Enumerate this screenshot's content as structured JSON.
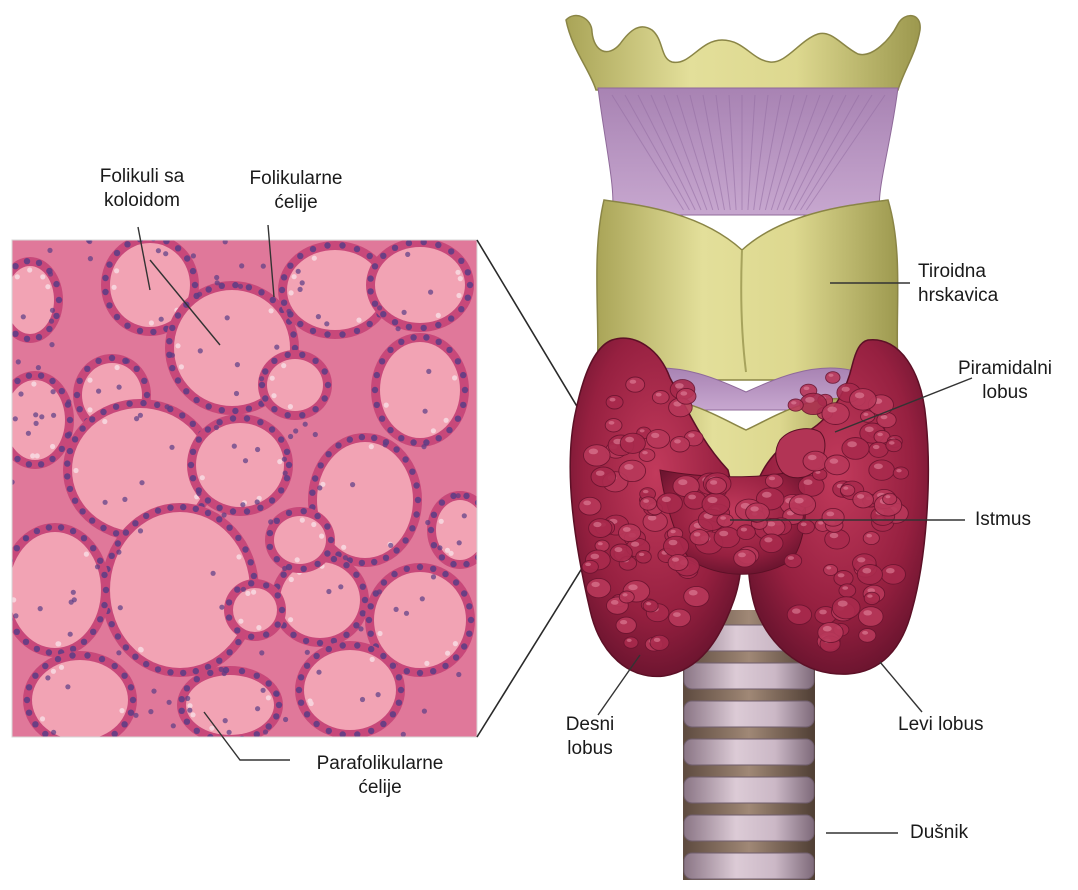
{
  "labels": {
    "folikuli": {
      "line1": "Folikuli sa",
      "line2": "koloidom"
    },
    "folikularne": {
      "line1": "Folikularne",
      "line2": "ćelije"
    },
    "parafolikularne": {
      "line1": "Parafolikularne",
      "line2": "ćelije"
    },
    "tiroidna": {
      "line1": "Tiroidna",
      "line2": "hrskavica"
    },
    "piramidalni": {
      "line1": "Piramidalni",
      "line2": "lobus"
    },
    "istmus": {
      "line1": "Istmus"
    },
    "desni": {
      "line1": "Desni",
      "line2": "lobus"
    },
    "levi": {
      "line1": "Levi lobus"
    },
    "dusnik": {
      "line1": "Dušnik"
    }
  },
  "colors": {
    "tissue_bg": "#e87b9c",
    "colloid": "#f2a3b4",
    "nucleus": "#5a3d86",
    "cartilage": "#d5d07e",
    "membrane": "#b98fbf",
    "gland": "#9e2445",
    "trachea_ring": "#c8b3c3",
    "leader": "#333333"
  }
}
